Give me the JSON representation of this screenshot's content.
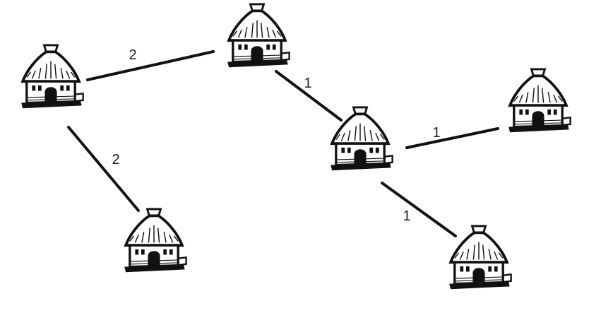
{
  "diagram": {
    "nodes": [
      {
        "id": "hut-a",
        "icon": "hut-icon"
      },
      {
        "id": "hut-b",
        "icon": "hut-icon"
      },
      {
        "id": "hut-c",
        "icon": "hut-icon"
      },
      {
        "id": "hut-d",
        "icon": "hut-icon"
      },
      {
        "id": "hut-e",
        "icon": "hut-icon"
      },
      {
        "id": "hut-f",
        "icon": "hut-icon"
      }
    ],
    "edges": [
      {
        "from": "hut-a",
        "to": "hut-b",
        "weight": "2"
      },
      {
        "from": "hut-a",
        "to": "hut-c",
        "weight": "2"
      },
      {
        "from": "hut-b",
        "to": "hut-d",
        "weight": "1"
      },
      {
        "from": "hut-d",
        "to": "hut-e",
        "weight": "1"
      },
      {
        "from": "hut-d",
        "to": "hut-f",
        "weight": "1"
      }
    ],
    "colors": {
      "ink": "#111111",
      "background": "#ffffff"
    }
  }
}
